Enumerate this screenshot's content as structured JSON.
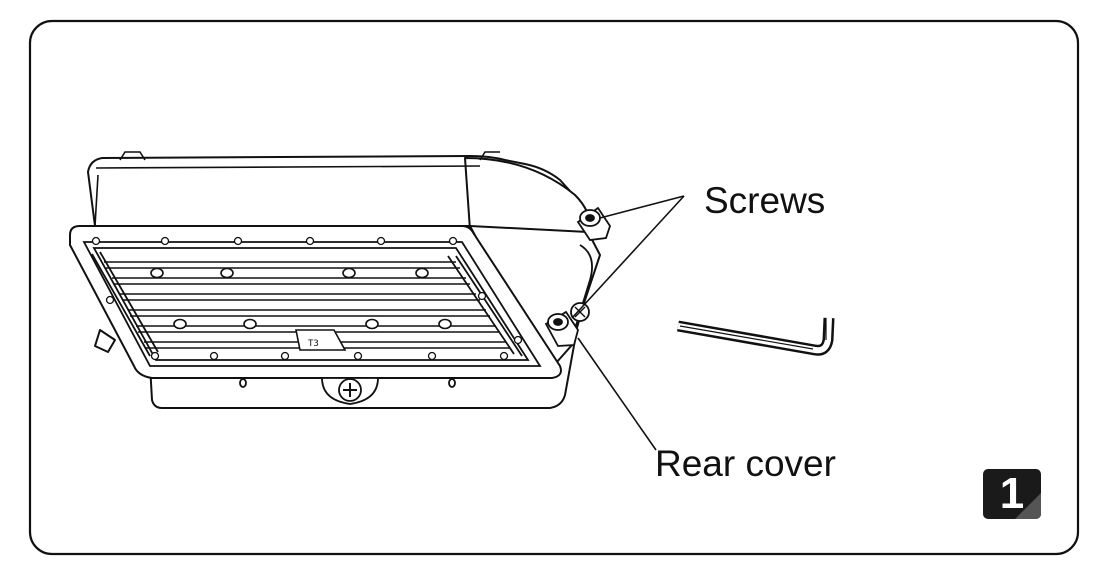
{
  "labels": {
    "screws": "Screws",
    "rear_cover": "Rear cover"
  },
  "part_marking": "T3",
  "step": "1",
  "colors": {
    "stroke": "#111111",
    "background": "#ffffff",
    "badge": "#1a1a1a"
  }
}
